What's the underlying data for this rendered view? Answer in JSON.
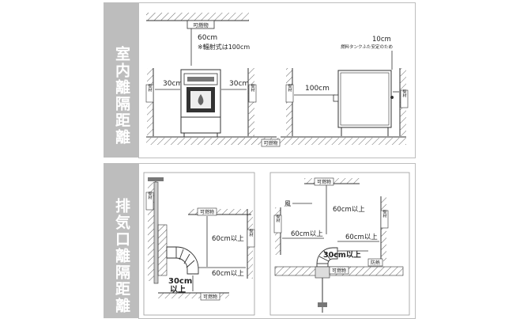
{
  "sections": {
    "indoor_title": "室内離隔距離",
    "exhaust_title": "排気口離隔距離"
  },
  "labels": {
    "combustible": "可燃物",
    "wall_material": "壁材",
    "protector": "防熱",
    "wind": "風",
    "top_60": "60cm",
    "radiant_note": "※輻射式は100cm",
    "side_30_left": "30cm",
    "side_30_right": "30cm",
    "back_100": "100cm",
    "tank_10": "10cm",
    "tank_note": "燃料タンクふた安定のため",
    "exh1_60_upper": "60cm以上",
    "exh1_60_lower": "60cm以上",
    "exh1_30a": "30cm",
    "exh1_30b": "以上",
    "exh2_60_top": "60cm以上",
    "exh2_60_left": "60cm以上",
    "exh2_60_right": "60cm以上",
    "exh2_30": "30cm以上"
  }
}
